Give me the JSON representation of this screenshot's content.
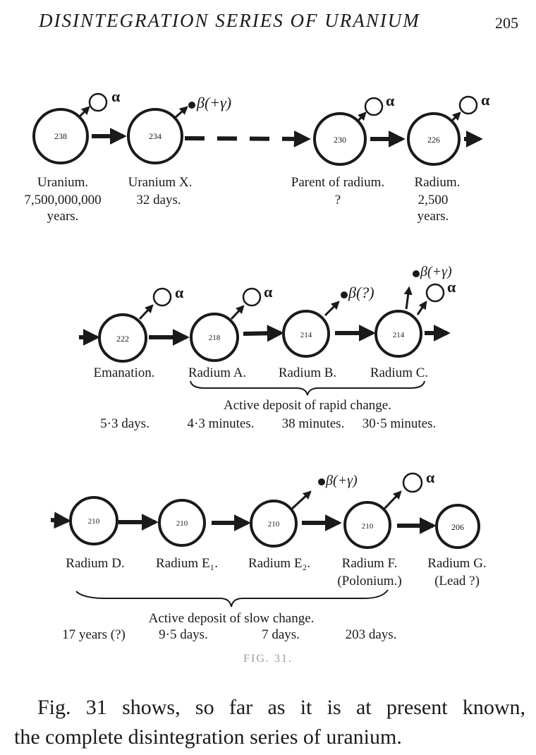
{
  "header": {
    "title": "DISINTEGRATION SERIES OF URANIUM",
    "page_number": "205"
  },
  "decay_symbols": {
    "alpha": "α",
    "beta": "β"
  },
  "series": [
    {
      "row": 1,
      "nodes": [
        {
          "mass": "238",
          "name": "Uranium.",
          "period": [
            "7,500,000,000",
            "years."
          ],
          "emission": "alpha"
        },
        {
          "mass": "234",
          "name": "Uranium X.",
          "period": [
            "32 days."
          ],
          "emission": "beta",
          "emission_label": "β(+γ)"
        },
        {
          "mass": "230",
          "name": "Parent of radium.",
          "period": [
            "?"
          ],
          "emission": "alpha"
        },
        {
          "mass": "226",
          "name": "Radium.",
          "period": [
            "2,500",
            "years."
          ],
          "emission": "alpha"
        }
      ]
    },
    {
      "row": 2,
      "nodes": [
        {
          "mass": "222",
          "name": "Emanation.",
          "period": [
            "5·3 days."
          ],
          "emission": "alpha"
        },
        {
          "mass": "218",
          "name": "Radium A.",
          "period": [
            "4·3 minutes."
          ],
          "emission": "alpha"
        },
        {
          "mass": "214",
          "name": "Radium B.",
          "period": [
            "38 minutes."
          ],
          "emission": "beta",
          "emission_label": "β(?)"
        },
        {
          "mass": "214",
          "name": "Radium C.",
          "period": [
            "30·5 minutes."
          ],
          "emission": "alpha+beta",
          "emission_label": "β(+γ)"
        }
      ],
      "group_label": "Active deposit of rapid change."
    },
    {
      "row": 3,
      "nodes": [
        {
          "mass": "210",
          "name": "Radium D.",
          "period": [
            "17 years (?)"
          ]
        },
        {
          "mass": "210",
          "name": "Radium E₁.",
          "period": [
            "9·5 days."
          ]
        },
        {
          "mass": "210",
          "name": "Radium E₂.",
          "period": [
            "7 days."
          ],
          "emission": "beta",
          "emission_label": "β(+γ)"
        },
        {
          "mass": "210",
          "name": "Radium F.",
          "sub": "(Polonium.)",
          "period": [
            "203 days."
          ],
          "emission": "alpha"
        },
        {
          "mass": "206",
          "name": "Radium G.",
          "sub": "(Lead ?)"
        }
      ],
      "group_label": "Active deposit of slow change."
    }
  ],
  "figure_caption": "FIG. 31.",
  "body_text": [
    "Fig. 31 shows, so far as it is at present known,",
    "the complete disintegration series of uranium."
  ]
}
